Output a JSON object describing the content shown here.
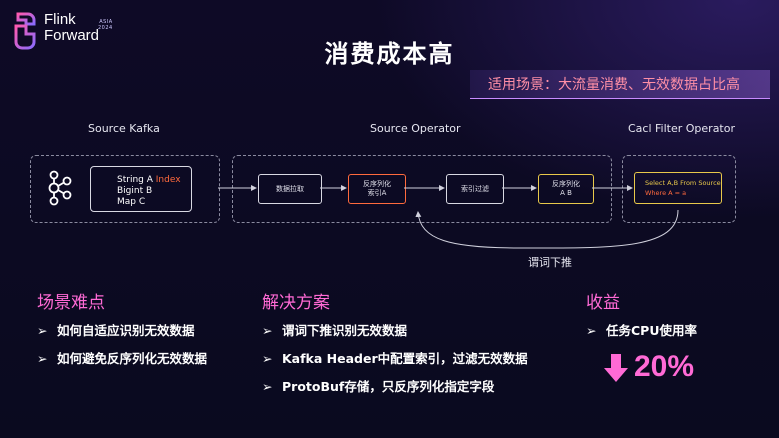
{
  "logo": {
    "name_line1": "Flink",
    "name_line2": "Forward",
    "event_line1": "ASIA",
    "event_line2": "2024"
  },
  "title": "消费成本高",
  "subtitle": "适用场景：大流量消费、无效数据占比高",
  "diagram": {
    "source_kafka_label": "Source Kafka",
    "source_operator_label": "Source Operator",
    "filter_operator_label": "Cacl Filter Operator",
    "kafka_fields": [
      "String A ",
      "Index",
      "Bigint B",
      "Map C"
    ],
    "step_fetch": "数据拉取",
    "step_deserialize_index": [
      "反序列化",
      "索引A"
    ],
    "step_index_filter": "索引过滤",
    "step_deserialize_ab": [
      "反序列化",
      "A B"
    ],
    "filter_sql_line1": "Select A,B From Source",
    "filter_sql_line2": "Where A = a",
    "pushdown_label": "谓词下推"
  },
  "difficulty": {
    "heading": "场景难点",
    "items": [
      "如何自适应识别无效数据",
      "如何避免反序列化无效数据"
    ]
  },
  "solution": {
    "heading": "解决方案",
    "items": [
      "谓词下推识别无效数据",
      "Kafka Header中配置索引，过滤无效数据",
      "ProtoBuf存储，只反序列化指定字段"
    ]
  },
  "benefit": {
    "heading": "收益",
    "items": [
      "任务CPU使用率"
    ],
    "reduction": "20%"
  },
  "bullet_glyph": "➢",
  "colors": {
    "accent_pink": "#ff6ad5",
    "accent_orange": "#ff6a3d",
    "subtitle": "#ff8fa6"
  }
}
